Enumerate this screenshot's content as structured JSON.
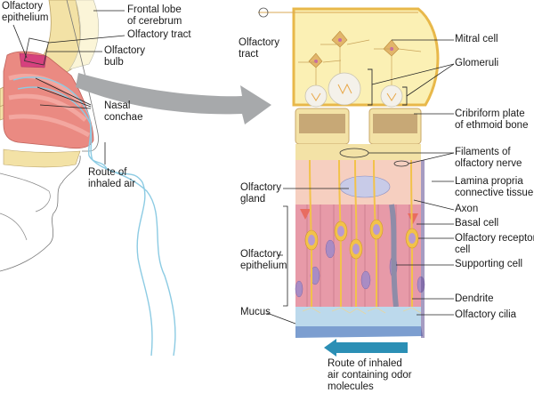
{
  "title": "Olfaction: nasal cavity and olfactory epithelium",
  "colors": {
    "bone": "#f3e2a6",
    "brain": "#fbf0b4",
    "nasal_tissue": "#e8847c",
    "epithelium_pink": "#e79aa8",
    "neuron_yellow": "#f2c24a",
    "mucus_blue": "#bcd9ec",
    "air_route": "#8ccbe3",
    "route_arrow": "#2b8fb5",
    "big_arrow_gray": "#a7a9ab",
    "olfactory_epithelium_magenta": "#d6417e"
  },
  "left_panel": {
    "labels": {
      "olfactory_epithelium": "Olfactory\nepithelium",
      "frontal_lobe": "Frontal lobe\nof cerebrum",
      "olfactory_tract": "Olfactory tract",
      "olfactory_bulb": "Olfactory\nbulb",
      "nasal_conchae": "Nasal\nconchae",
      "route_inhaled_air": "Route of\ninhaled air"
    }
  },
  "right_panel": {
    "labels": {
      "olfactory_tract": "Olfactory\ntract",
      "mitral_cell": "Mitral cell",
      "glomeruli": "Glomeruli",
      "cribriform_plate": "Cribriform plate\nof ethmoid bone",
      "filaments": "Filaments of\nolfactory nerve",
      "lamina_propria": "Lamina propria\nconnective tissue",
      "olfactory_gland": "Olfactory\ngland",
      "axon": "Axon",
      "basal_cell": "Basal cell",
      "olfactory_receptor_cell": "Olfactory receptor\ncell",
      "olfactory_epithelium": "Olfactory\nepithelium",
      "supporting_cell": "Supporting cell",
      "dendrite": "Dendrite",
      "mucus": "Mucus",
      "olfactory_cilia": "Olfactory cilia",
      "route_odor": "Route of inhaled\nair containing odor\nmolecules"
    }
  }
}
